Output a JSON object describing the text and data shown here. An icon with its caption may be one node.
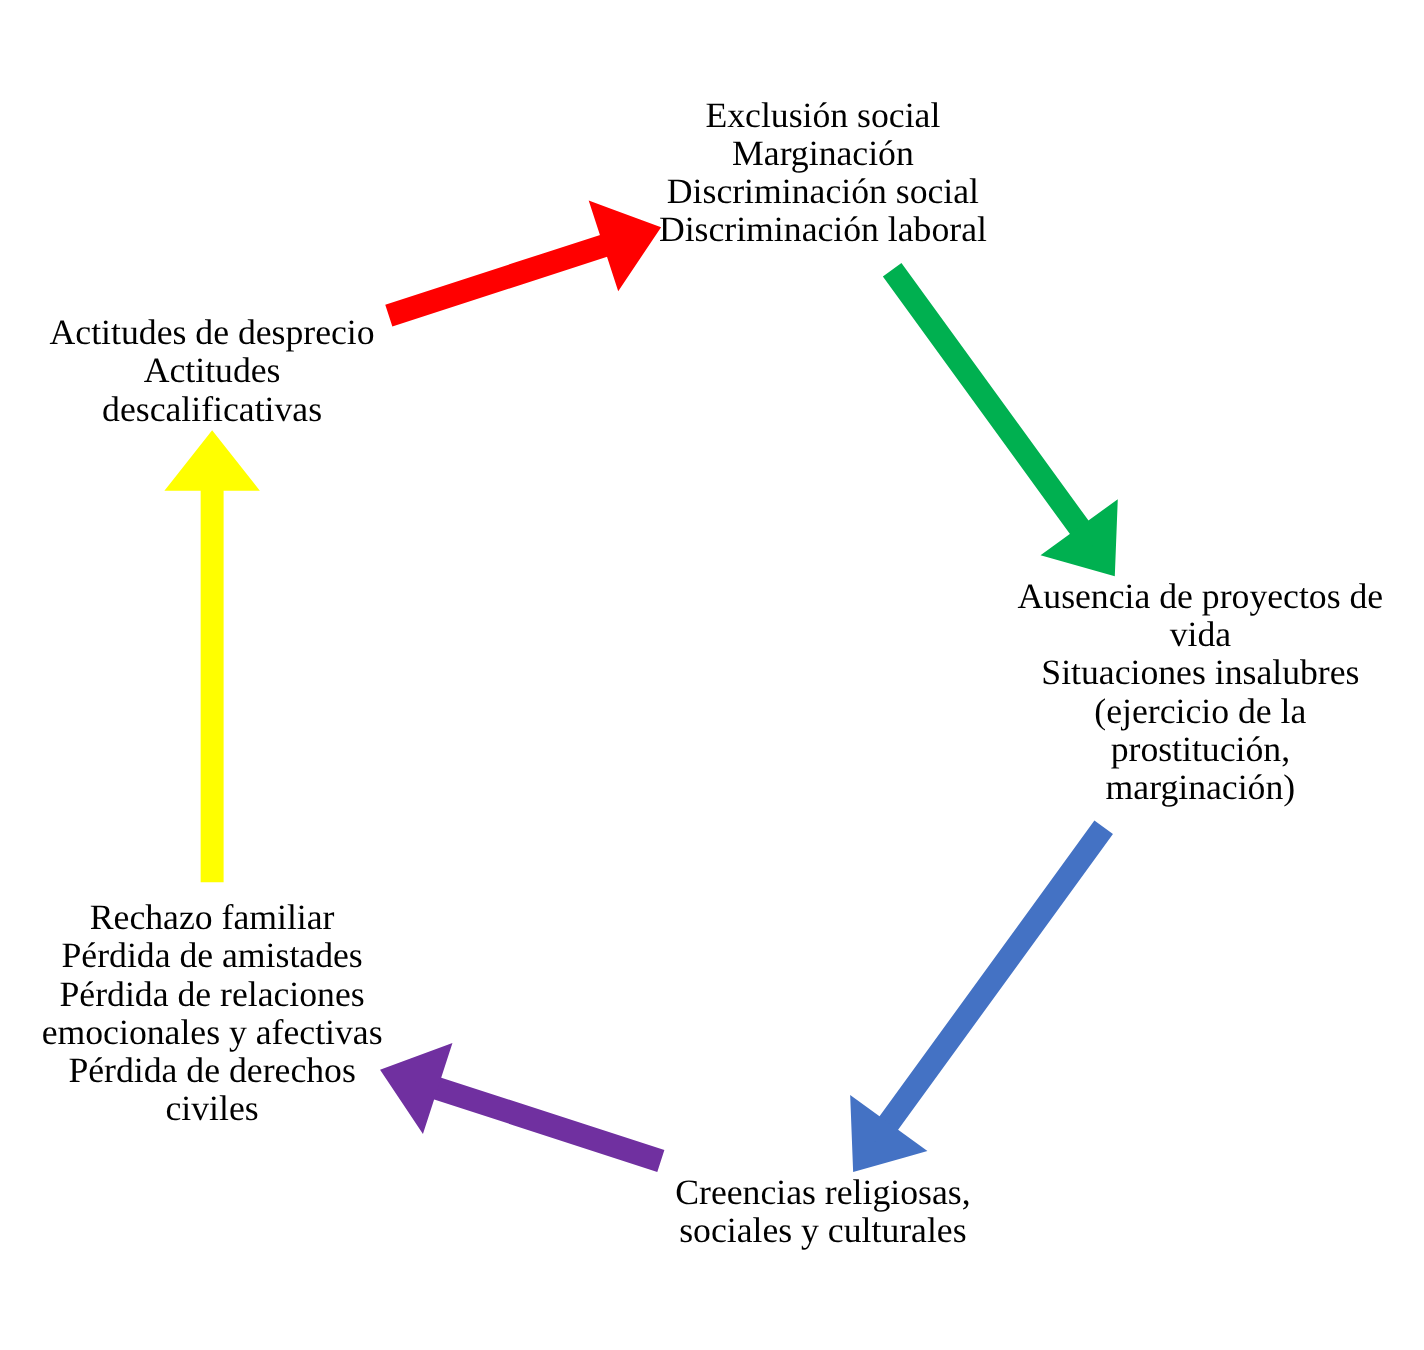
{
  "diagram": {
    "nodes": [
      {
        "text": [
          "Creencias religiosas, sociales y culturales"
        ]
      },
      {
        "text": [
          "Rechazo familiar",
          "Pérdida de amistades",
          "Pérdida de relaciones emocionales y afectivas",
          "Pérdida de derechos civiles"
        ]
      },
      {
        "text": [
          "Actitudes de desprecio",
          "Actitudes descalificativas"
        ]
      },
      {
        "text": [
          "Exclusión social",
          "Marginación",
          "Discriminación social",
          "Discriminación laboral"
        ]
      },
      {
        "text": [
          "Ausencia de proyectos de vida",
          "Situaciones insalubres (ejercicio de la prostitución, marginación)"
        ]
      }
    ],
    "edges": [
      {
        "from": 0,
        "to": 1,
        "arrow": "to",
        "color": "#7030a0"
      },
      {
        "from": 1,
        "to": 2,
        "arrow": "to",
        "color": "#ffff00"
      },
      {
        "from": 2,
        "to": 3,
        "arrow": "to",
        "color": "#ff0000"
      },
      {
        "from": 3,
        "to": 4,
        "arrow": "to",
        "color": "#00b050"
      },
      {
        "from": 4,
        "to": 0,
        "arrow": "to",
        "color": "#4472c4"
      }
    ]
  }
}
